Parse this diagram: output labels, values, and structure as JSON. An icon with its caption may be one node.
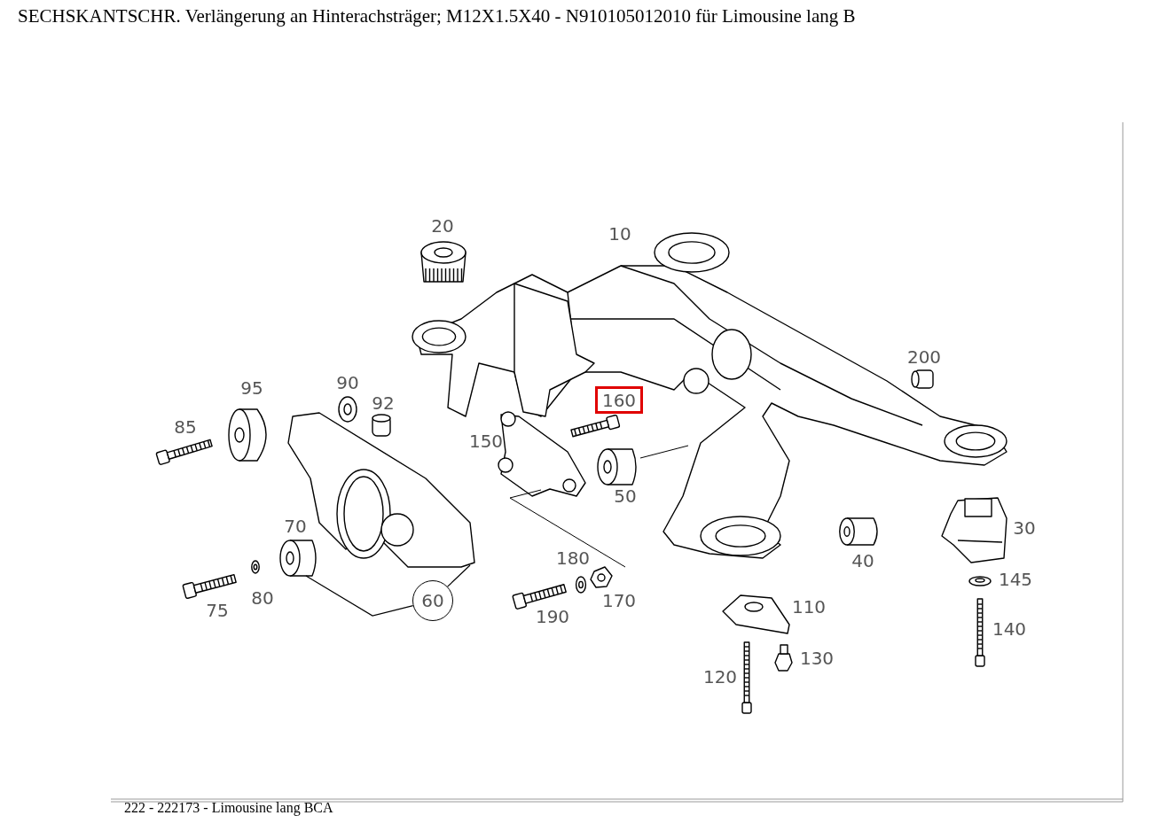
{
  "diagram": {
    "title": "SECHSKANTSCHR. Verlängerung an Hinterachsträger; M12X1.5X40 - N910105012010 für Limousine lang B",
    "caption": "222 - 222173 - Limousine lang BCA",
    "nodes": [
      {
        "text": [
          "160"
        ]
      },
      {
        "text": [
          "60"
        ]
      },
      {
        "text": [],
        "shape": "cylinder"
      },
      {
        "text": [],
        "shape": "picture"
      }
    ],
    "edges": [
      {
        "from": 1,
        "to": 2,
        "arrow": "none"
      },
      {
        "from": 1,
        "to": 3,
        "arrow": "none"
      }
    ],
    "labels": [
      "20",
      "10",
      "200",
      "95",
      "90",
      "92",
      "85",
      "150",
      "50",
      "70",
      "30",
      "40",
      "180",
      "145",
      "80",
      "75",
      "170",
      "190",
      "110",
      "140",
      "130",
      "120"
    ]
  }
}
